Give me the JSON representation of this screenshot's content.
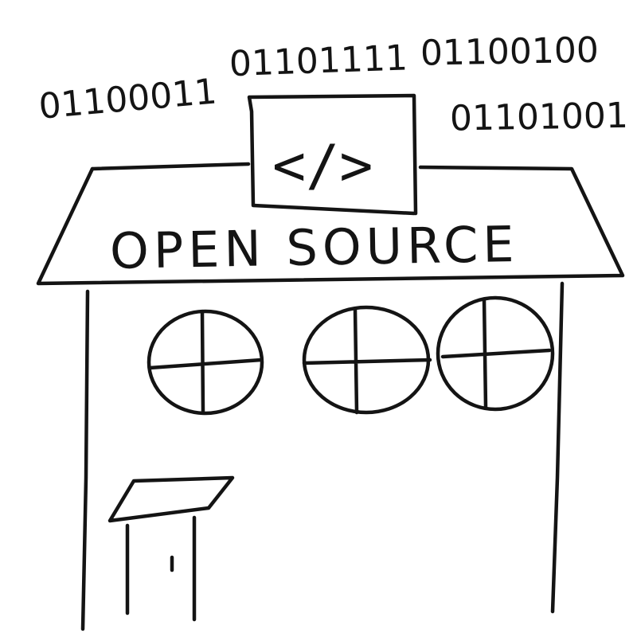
{
  "binary": {
    "group_1": "01100011",
    "group_2": "01101111",
    "group_3": "01100100",
    "group_4": "01101001"
  },
  "code_box": {
    "symbol": "</>"
  },
  "sign": {
    "text": "OPEN SOURCE"
  },
  "colors": {
    "ink": "#141414",
    "background": "#ffffff"
  },
  "icons": [
    "code-icon",
    "round-window-icon",
    "door-icon"
  ]
}
